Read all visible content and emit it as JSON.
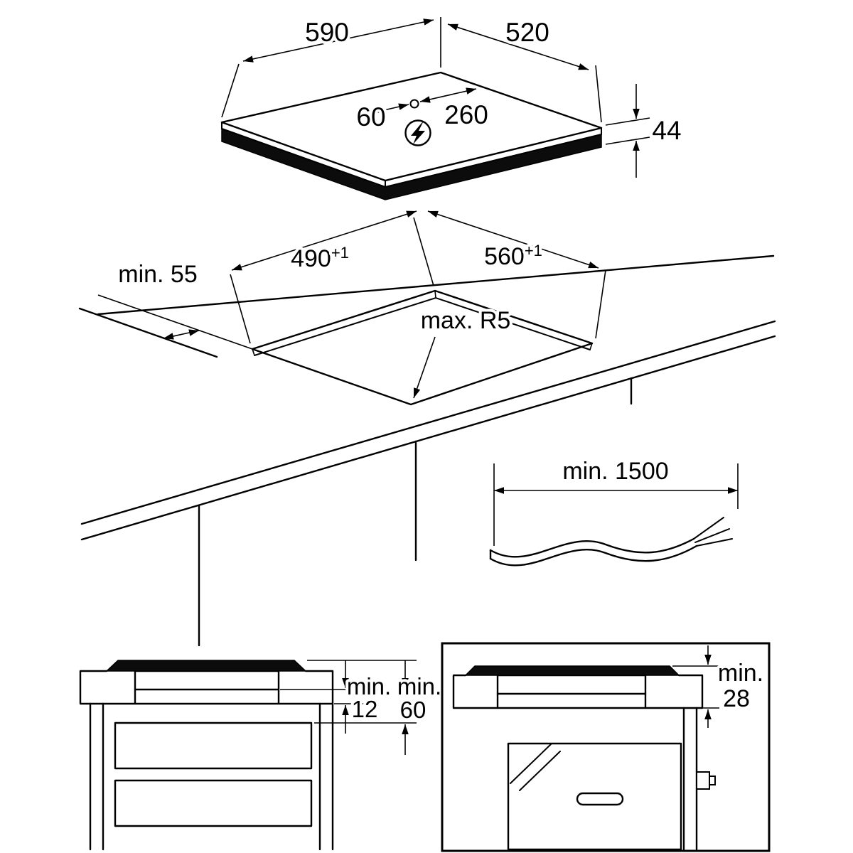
{
  "page": {
    "background": "#ffffff",
    "line_color": "#000000"
  },
  "hob_top_view": {
    "width_label": "590",
    "depth_label": "520",
    "height_label": "44",
    "cable_offset_label": "60",
    "cable_span_label": "260",
    "power_symbol": "lightning-bolt"
  },
  "worktop_cutout": {
    "depth_value": "490",
    "depth_tolerance": "+1",
    "width_value": "560",
    "width_tolerance": "+1",
    "edge_clearance_label": "min. 55",
    "corner_radius_label": "max. R5"
  },
  "power_cable": {
    "length_label": "min. 1500"
  },
  "section_drawer": {
    "worktop_gap_label": "min.",
    "worktop_gap_value": "12",
    "drawer_gap_label": "min.",
    "drawer_gap_value": "60"
  },
  "section_oven": {
    "oven_gap_label": "min.",
    "oven_gap_value": "28"
  }
}
